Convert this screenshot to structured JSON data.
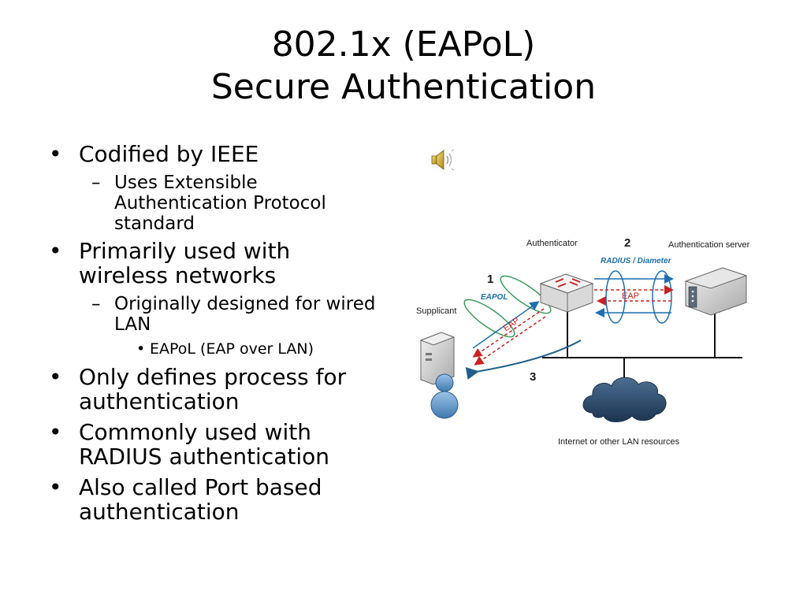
{
  "slide": {
    "title_line1": "802.1x (EAPoL)",
    "title_line2": "Secure Authentication"
  },
  "bullets": [
    {
      "level": 1,
      "text": "Codified by IEEE"
    },
    {
      "level": 2,
      "text": " Uses Extensible Authentication Protocol standard"
    },
    {
      "level": 1,
      "text": "Primarily used with wireless networks"
    },
    {
      "level": 2,
      "text": "Originally designed for wired LAN"
    },
    {
      "level": 3,
      "text": "EAPoL (EAP over LAN)"
    },
    {
      "level": 1,
      "text": "Only defines process for authentication"
    },
    {
      "level": 1,
      "text": "Commonly used with RADIUS authentication"
    },
    {
      "level": 1,
      "text": "Also called Port based authentication"
    }
  ],
  "diagram": {
    "authenticator": "Authenticator",
    "auth_server": "Authentication server",
    "supplicant": "Supplicant",
    "internet": "Internet or other LAN resources",
    "step1": "1",
    "step2": "2",
    "step3": "3",
    "radius": "RADIUS / Diameter",
    "eapol": "EAPOL",
    "eap": "EAP"
  },
  "icons": [
    "speaker-icon",
    "switch-icon",
    "server-icon",
    "computer-icon",
    "user-icon",
    "cloud-icon"
  ],
  "colors": {
    "accent_blue": "#1d6fb0",
    "eap_red": "#cc2222",
    "link_green": "#3a9a5a"
  }
}
